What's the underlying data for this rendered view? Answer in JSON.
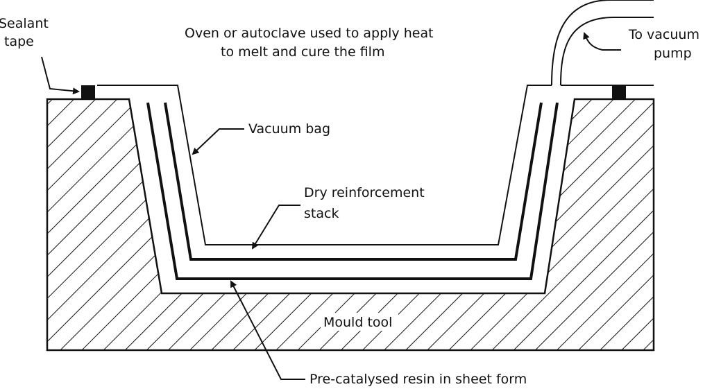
{
  "labels": {
    "sealant_tape_line1": "Sealant",
    "sealant_tape_line2": "tape",
    "oven_line1": "Oven or autoclave used to apply heat",
    "oven_line2": "to melt and cure the film",
    "vacuum_pump_line1": "To vacuum",
    "vacuum_pump_line2": "pump",
    "vacuum_bag": "Vacuum bag",
    "dry_reinforcement_line1": "Dry reinforcement",
    "dry_reinforcement_line2": "stack",
    "mould_tool": "Mould tool",
    "resin_sheet": "Pre-catalysed resin in sheet form"
  },
  "colors": {
    "ink": "#111111",
    "background": "#ffffff"
  }
}
